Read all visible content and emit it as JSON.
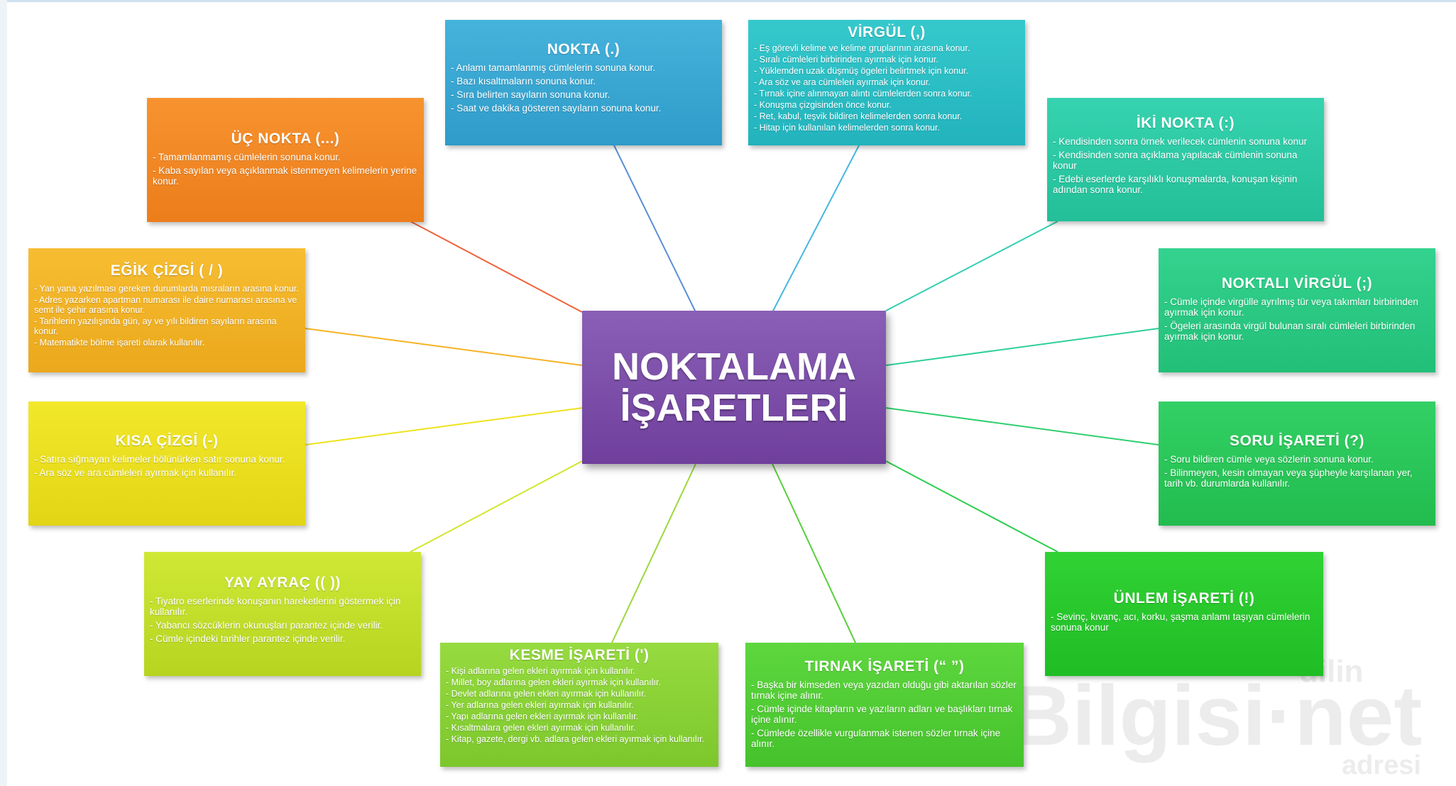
{
  "diagram": {
    "title_line1": "NOKTALAMA",
    "title_line2": "İŞARETLERİ",
    "watermark": {
      "main": "DilBilgisi·net",
      "top": "dilin",
      "bottom": "adresi"
    },
    "colors": {
      "center": "#7a4aa6",
      "nokta": "#3aa7d3",
      "virgul": "#2ec4c8",
      "iki_nokta": "#2fcfa8",
      "noktali_virgul": "#2ccf86",
      "soru": "#2ccc5b",
      "unlem": "#28d02f",
      "tirnak": "#58d13a",
      "kesme": "#8fd83a",
      "yay": "#c9e62e",
      "kisa": "#f0e61e",
      "egik": "#f5b325",
      "uc_nokta": "#f58a2a"
    },
    "nodes": {
      "nokta": {
        "title": "NOKTA (.)",
        "items": [
          "Anlamı tamamlanmış cümlelerin sonuna konur.",
          "Bazı kısaltmaların sonuna konur.",
          "Sıra belirten sayıların sonuna konur.",
          "Saat ve dakika gösteren sayıların sonuna konur."
        ]
      },
      "virgul": {
        "title": "VİRGÜL (,)",
        "items": [
          "Eş görevli kelime ve kelime gruplarının arasına konur.",
          "Sıralı cümleleri birbirinden ayırmak için konur.",
          "Yüklemden uzak düşmüş ögeleri belirtmek için konur.",
          "Ara söz ve ara cümleleri ayırmak için konur.",
          "Tırnak içine alınmayan alıntı cümlelerden sonra konur.",
          "Konuşma çizgisinden önce konur.",
          "Ret, kabul, teşvik bildiren kelimelerden sonra konur.",
          "Hitap için kullanılan kelimelerden sonra konur."
        ]
      },
      "iki_nokta": {
        "title": "İKİ NOKTA (:)",
        "items": [
          "Kendisinden sonra örnek verilecek cümlenin sonuna konur",
          "Kendisinden sonra açıklama yapılacak cümlenin sonuna konur",
          "Edebi eserlerde karşılıklı konuşmalarda, konuşan kişinin adından sonra konur."
        ]
      },
      "noktali_virgul": {
        "title": "NOKTALI VİRGÜL (;)",
        "items": [
          "Cümle içinde virgülle ayrılmış tür veya takımları birbirinden ayırmak için konur.",
          "Ögeleri arasında virgül bulunan sıralı cümleleri birbirinden ayırmak için konur."
        ]
      },
      "soru": {
        "title": "SORU İŞARETİ (?)",
        "items": [
          "Soru bildiren cümle veya sözlerin sonuna konur.",
          "Bilinmeyen, kesin olmayan veya şüpheyle karşılanan yer, tarih vb. durumlarda kullanılır."
        ]
      },
      "unlem": {
        "title": "ÜNLEM İŞARETİ (!)",
        "items": [
          "Sevinç, kıvanç, acı, korku, şaşma anlamı taşıyan cümlelerin sonuna konur"
        ]
      },
      "tirnak": {
        "title": "TIRNAK İŞARETİ (“ ”)",
        "items": [
          "Başka bir kimseden veya yazıdan olduğu gibi aktarılan sözler tırnak içine alınır.",
          "Cümle içinde kitapların ve yazıların adları ve başlıkları tırnak içine alınır.",
          "Cümlede özellikle vurgulanmak istenen sözler tırnak içine alınır."
        ]
      },
      "kesme": {
        "title": "KESME İŞARETİ (')",
        "items": [
          "Kişi adlarına gelen ekleri ayırmak için kullanılır.",
          "Millet, boy adlarına gelen ekleri ayırmak için kullanılır.",
          "Devlet adlarına gelen ekleri ayırmak için kullanılır.",
          "Yer adlarına gelen ekleri ayırmak için kullanılır.",
          "Yapı adlarına gelen ekleri ayırmak için kullanılır.",
          "Kısaltmalara gelen ekleri ayırmak için kullanılır.",
          "Kitap, gazete, dergi vb. adlara gelen ekleri ayırmak için kullanılır."
        ]
      },
      "yay": {
        "title": "YAY AYRAÇ (( ))",
        "items": [
          "Tiyatro eserlerinde konuşanın hareketlerini göstermek için kullanılır.",
          "Yabancı sözcüklerin okunuşları parantez içinde verilir.",
          "Cümle içindeki tarihler parantez içinde verilir."
        ]
      },
      "kisa": {
        "title": "KISA ÇİZGİ (-)",
        "items": [
          "Satıra sığmayan kelimeler bölünürken satır sonuna konur.",
          "Ara söz ve ara cümleleri ayırmak için kullanılır."
        ]
      },
      "egik": {
        "title": "EĞİK ÇİZGİ ( / )",
        "items": [
          "Yan yana yazılması gereken durumlarda mısraların arasına konur.",
          "Adres yazarken apartman numarası ile daire numarası arasına ve semt ile şehir arasına konur.",
          "Tarihlerin yazılışında gün, ay ve yılı bildiren sayıların arasına konur.",
          "Matematikte bölme işareti olarak kullanılır."
        ]
      },
      "uc_nokta": {
        "title": "ÜÇ NOKTA (...)",
        "items": [
          "Tamamlanmamış cümlelerin sonuna konur.",
          "Kaba sayılan veya açıklanmak istenmeyen kelimelerin yerine konur."
        ]
      }
    }
  }
}
